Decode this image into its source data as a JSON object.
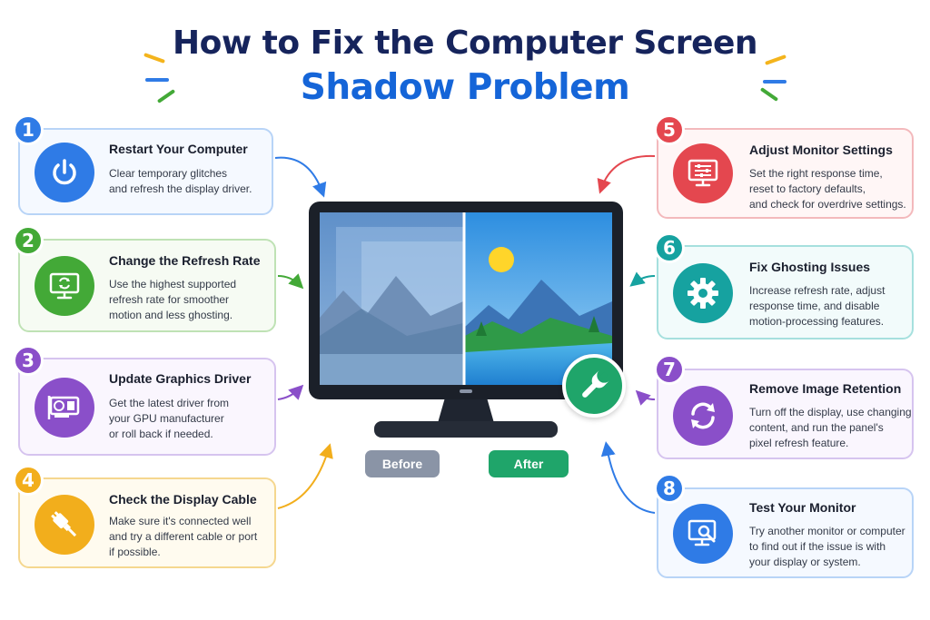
{
  "title": {
    "line1": "How to Fix the Computer Screen",
    "line2": "Shadow Problem"
  },
  "steps": [
    {
      "num": "1",
      "title": "Restart Your Computer",
      "desc": [
        "Clear temporary glitches",
        "and refresh the display driver."
      ],
      "color": "#2f7be6",
      "icon": "power-icon"
    },
    {
      "num": "2",
      "title": "Change the Refresh Rate",
      "desc": [
        "Use the highest supported",
        "refresh rate for smoother",
        "motion and less ghosting."
      ],
      "color": "#43a937",
      "icon": "monitor-refresh-icon"
    },
    {
      "num": "3",
      "title": "Update Graphics Driver",
      "desc": [
        "Get the latest driver from",
        "your GPU manufacturer",
        "or roll back if needed."
      ],
      "color": "#8a4fc9",
      "icon": "graphics-card-icon"
    },
    {
      "num": "4",
      "title": "Check the Display Cable",
      "desc": [
        "Make sure it's connected well",
        "and try a different cable or port",
        "if possible."
      ],
      "color": "#f2ae1c",
      "icon": "cable-plug-icon"
    },
    {
      "num": "5",
      "title": "Adjust Monitor Settings",
      "desc": [
        "Set the right response time,",
        "reset to factory defaults,",
        "and check for overdrive settings."
      ],
      "color": "#e4474f",
      "icon": "monitor-settings-icon"
    },
    {
      "num": "6",
      "title": "Fix Ghosting Issues",
      "desc": [
        "Increase refresh rate, adjust",
        "response time, and disable",
        "motion-processing features."
      ],
      "color": "#16a2a0",
      "icon": "gear-icon"
    },
    {
      "num": "7",
      "title": "Remove Image Retention",
      "desc": [
        "Turn off the display, use changing",
        "content, and run the panel's",
        "pixel refresh feature."
      ],
      "color": "#8a4fc9",
      "icon": "cycle-arrows-icon"
    },
    {
      "num": "8",
      "title": "Test Your Monitor",
      "desc": [
        "Try another monitor or computer",
        "to find out if the issue is with",
        "your display or system."
      ],
      "color": "#2f7be6",
      "icon": "monitor-search-icon"
    }
  ],
  "labels": {
    "before": "Before",
    "after": "After"
  },
  "colors": {
    "title_dark": "#16245c",
    "title_blue": "#1565d8",
    "before_pill": "#8a94a6",
    "after_pill": "#1fa56a",
    "wrench_circle": "#1fa56a"
  },
  "center_icon": "wrench-icon"
}
